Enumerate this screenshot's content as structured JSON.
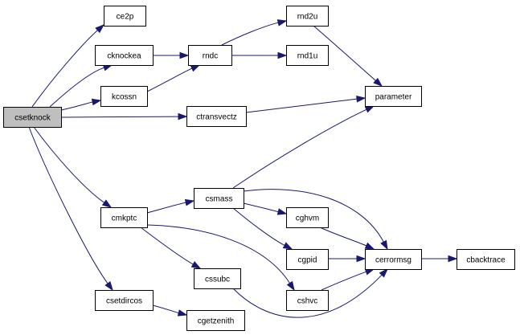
{
  "graph": {
    "edge_color": "#191970",
    "root_fill": "#bfbfbf",
    "nodes": [
      {
        "id": "csetknock",
        "label": "csetknock",
        "root": true
      },
      {
        "id": "ce2p",
        "label": "ce2p"
      },
      {
        "id": "cknockea",
        "label": "cknockea"
      },
      {
        "id": "kcossn",
        "label": "kcossn"
      },
      {
        "id": "rndc",
        "label": "rndc"
      },
      {
        "id": "rnd2u",
        "label": "rnd2u"
      },
      {
        "id": "rnd1u",
        "label": "rnd1u"
      },
      {
        "id": "parameter",
        "label": "parameter"
      },
      {
        "id": "ctransvectz",
        "label": "ctransvectz"
      },
      {
        "id": "cmkptc",
        "label": "cmkptc"
      },
      {
        "id": "csmass",
        "label": "csmass"
      },
      {
        "id": "cghvm",
        "label": "cghvm"
      },
      {
        "id": "cgpid",
        "label": "cgpid"
      },
      {
        "id": "cerrormsg",
        "label": "cerrormsg"
      },
      {
        "id": "cbacktrace",
        "label": "cbacktrace"
      },
      {
        "id": "cssubc",
        "label": "cssubc"
      },
      {
        "id": "cshvc",
        "label": "cshvc"
      },
      {
        "id": "csetdircos",
        "label": "csetdircos"
      },
      {
        "id": "cgetzenith",
        "label": "cgetzenith"
      }
    ],
    "edges": [
      {
        "from": "csetknock",
        "to": "ce2p"
      },
      {
        "from": "csetknock",
        "to": "cknockea"
      },
      {
        "from": "csetknock",
        "to": "kcossn"
      },
      {
        "from": "csetknock",
        "to": "ctransvectz"
      },
      {
        "from": "csetknock",
        "to": "cmkptc"
      },
      {
        "from": "csetknock",
        "to": "csetdircos"
      },
      {
        "from": "cknockea",
        "to": "rndc"
      },
      {
        "from": "kcossn",
        "to": "rndc"
      },
      {
        "from": "rndc",
        "to": "rnd2u"
      },
      {
        "from": "rndc",
        "to": "rnd1u"
      },
      {
        "from": "rnd2u",
        "to": "parameter"
      },
      {
        "from": "ctransvectz",
        "to": "parameter"
      },
      {
        "from": "csmass",
        "to": "parameter"
      },
      {
        "from": "cmkptc",
        "to": "csmass"
      },
      {
        "from": "cmkptc",
        "to": "cssubc"
      },
      {
        "from": "cmkptc",
        "to": "cshvc"
      },
      {
        "from": "csmass",
        "to": "cghvm"
      },
      {
        "from": "csmass",
        "to": "cgpid"
      },
      {
        "from": "csmass",
        "to": "cerrormsg"
      },
      {
        "from": "cghvm",
        "to": "cerrormsg"
      },
      {
        "from": "cgpid",
        "to": "cerrormsg"
      },
      {
        "from": "cshvc",
        "to": "cerrormsg"
      },
      {
        "from": "cssubc",
        "to": "cerrormsg"
      },
      {
        "from": "cerrormsg",
        "to": "cbacktrace"
      },
      {
        "from": "csetdircos",
        "to": "cgetzenith"
      }
    ]
  }
}
